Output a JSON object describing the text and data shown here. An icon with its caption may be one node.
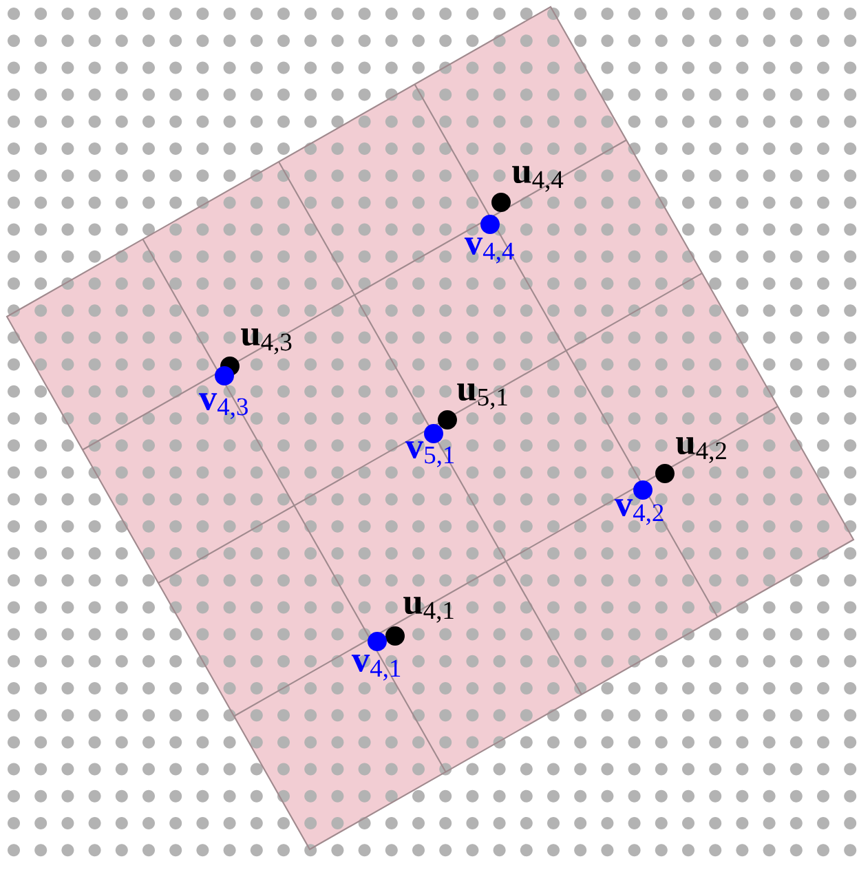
{
  "diagram": {
    "labels": [
      "**u**$_{4,4}$",
      "**v**$_{4,4}$",
      "**u**$_{4,3}$",
      "**v**$_{4,3}$",
      "**u**$_{5,1}$",
      "**v**$_{5,1}$",
      "**u**$_{4,2}$",
      "**v**$_{4,2}$",
      "**u**$_{4,1}$",
      "**v**$_{4,1}$"
    ]
  }
}
